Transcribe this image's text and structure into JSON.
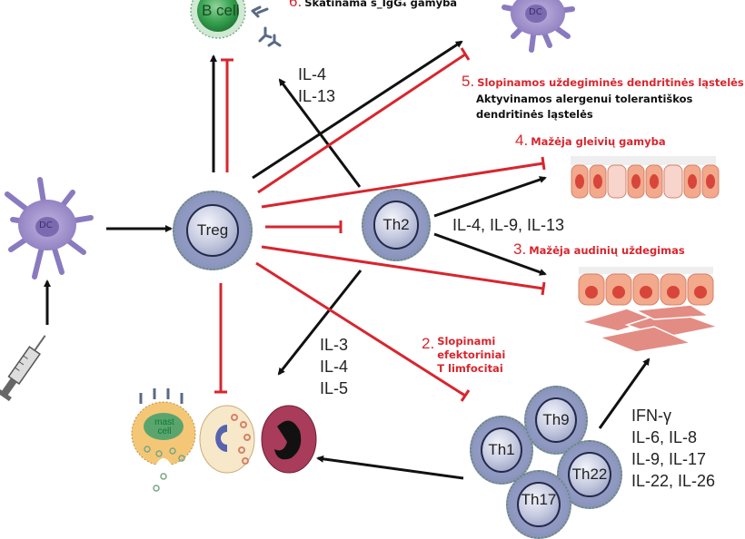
{
  "cells": {
    "b_cell": "B cell",
    "dc_top": "DC",
    "dc_left": "DC",
    "treg": "Treg",
    "th2": "Th2",
    "th1": "Th1",
    "th9": "Th9",
    "th22": "Th22",
    "th17": "Th17",
    "mast_cell": "mast cell"
  },
  "effects": [
    {
      "number": "6.",
      "text": "Skatinama s_IgG₄ gamyba"
    },
    {
      "number": "5.",
      "text": "Slopinamos uždegiminės dendritinės ląstelės",
      "subtext": "Aktyvinamos alergenui tolerantiškos dendritinės ląstelės"
    },
    {
      "number": "4.",
      "text": "Mažėja gleivių gamyba"
    },
    {
      "number": "3.",
      "text": "Mažėja audinių uždegimas"
    },
    {
      "number": "2.",
      "text": "Slopinami efektoriniai T limfocitai"
    }
  ],
  "cytokines": {
    "th2_to_bcell": [
      "IL-4",
      "IL-13"
    ],
    "th2_to_tissue": "IL-4, IL-9, IL-13",
    "th2_to_granulocytes": [
      "IL-3",
      "IL-4",
      "IL-5"
    ],
    "th_cluster": [
      "IFN-γ",
      "IL-6, IL-8",
      "IL-9, IL-17",
      "IL-22, IL-26"
    ]
  },
  "colors": {
    "activation": "#111111",
    "inhibition": "#d7262e"
  }
}
